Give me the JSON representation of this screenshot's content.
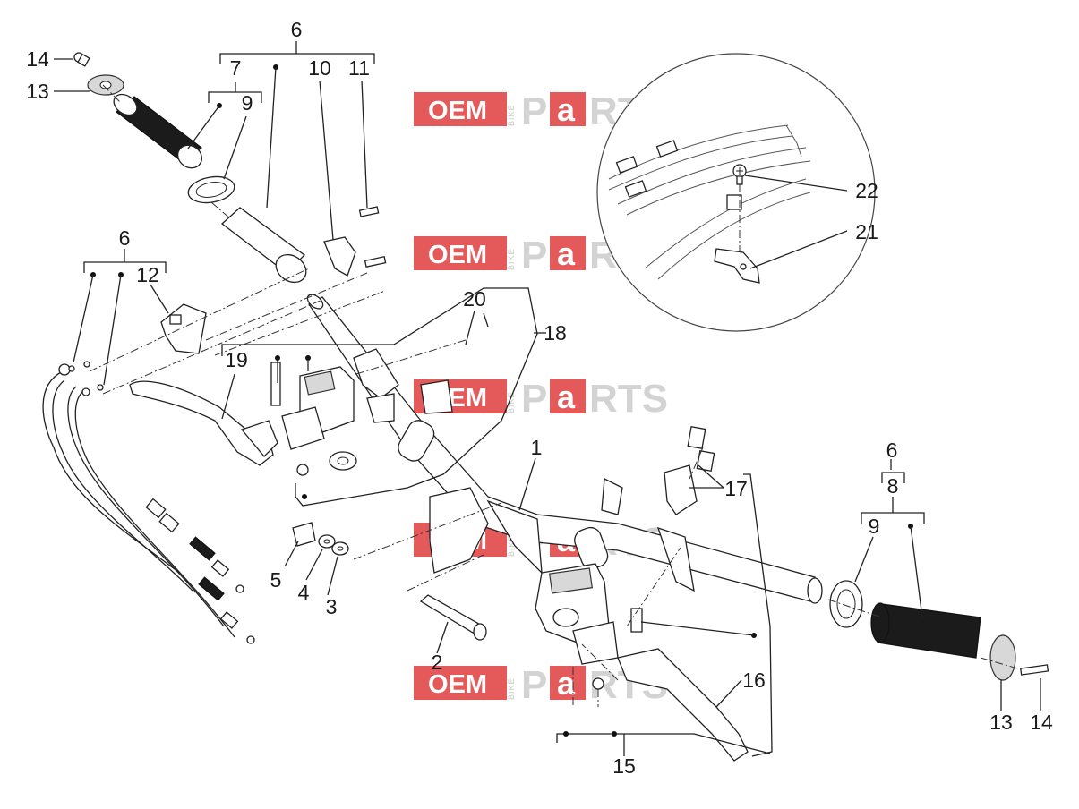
{
  "watermark": {
    "oem": "OEM",
    "bike": "BIKE",
    "p": "P",
    "a": "a",
    "rts": "RTS",
    "colors": {
      "red": "#e4595a",
      "grey": "#d3d3d3"
    }
  },
  "callouts": {
    "n6_top": "6",
    "n7": "7",
    "n10": "10",
    "n11": "11",
    "n14_top": "14",
    "n13_top": "13",
    "n9_top": "9",
    "n6_left": "6",
    "n12": "12",
    "n20": "20",
    "n18": "18",
    "n19": "19",
    "n22": "22",
    "n21": "21",
    "n1": "1",
    "n17": "17",
    "n6_right": "6",
    "n8": "8",
    "n9_right": "9",
    "n5": "5",
    "n4": "4",
    "n3": "3",
    "n2": "2",
    "n16": "16",
    "n15": "15",
    "n13_right": "13",
    "n14_right": "14"
  }
}
